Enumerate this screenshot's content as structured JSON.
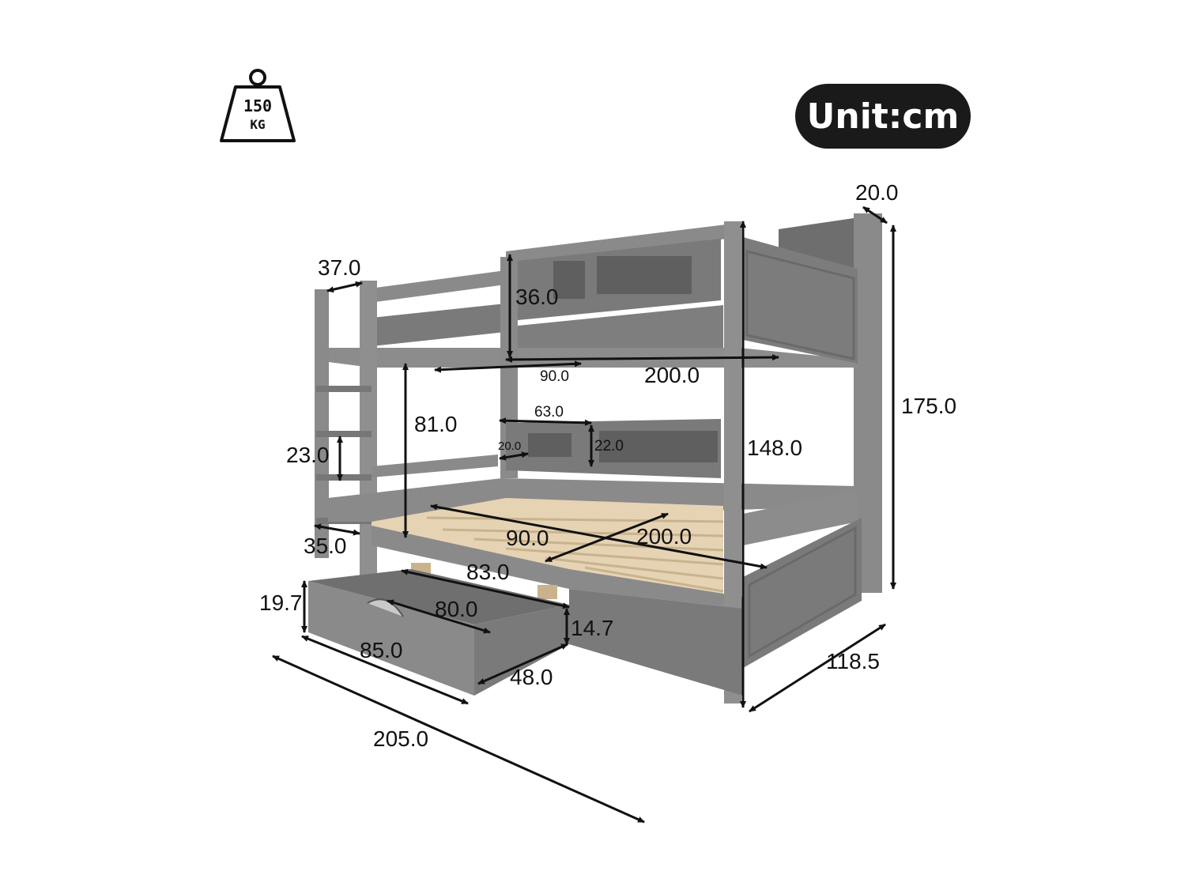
{
  "badges": {
    "unit": "Unit:cm",
    "weight_value": "150",
    "weight_unit": "KG"
  },
  "colors": {
    "frame": "#7d7d7d",
    "frame_dark": "#5e5e5e",
    "frame_light": "#9a9a9a",
    "slat": "#e6d3b4",
    "arrow": "#111111",
    "pill": "#1a1a1a"
  },
  "dimensions": {
    "top_depth": "20.0",
    "overall_height": "175.0",
    "ladder_width_top": "37.0",
    "guardrail_height": "36.0",
    "top_bed_width": "90.0",
    "top_bed_length": "200.0",
    "under_clearance": "81.0",
    "shelf_length": "63.0",
    "shelf_depth": "20.0",
    "shelf_height": "22.0",
    "frame_height": "148.0",
    "ladder_step": "23.0",
    "ladder_depth": "35.0",
    "bottom_bed_width": "90.0",
    "bottom_bed_length": "200.0",
    "drawer_outer_width": "83.0",
    "drawer_inner_width": "80.0",
    "drawer_height": "19.7",
    "drawer_inner_height": "14.7",
    "drawer_length": "85.0",
    "drawer_depth": "48.0",
    "overall_length": "205.0",
    "overall_width": "118.5"
  }
}
